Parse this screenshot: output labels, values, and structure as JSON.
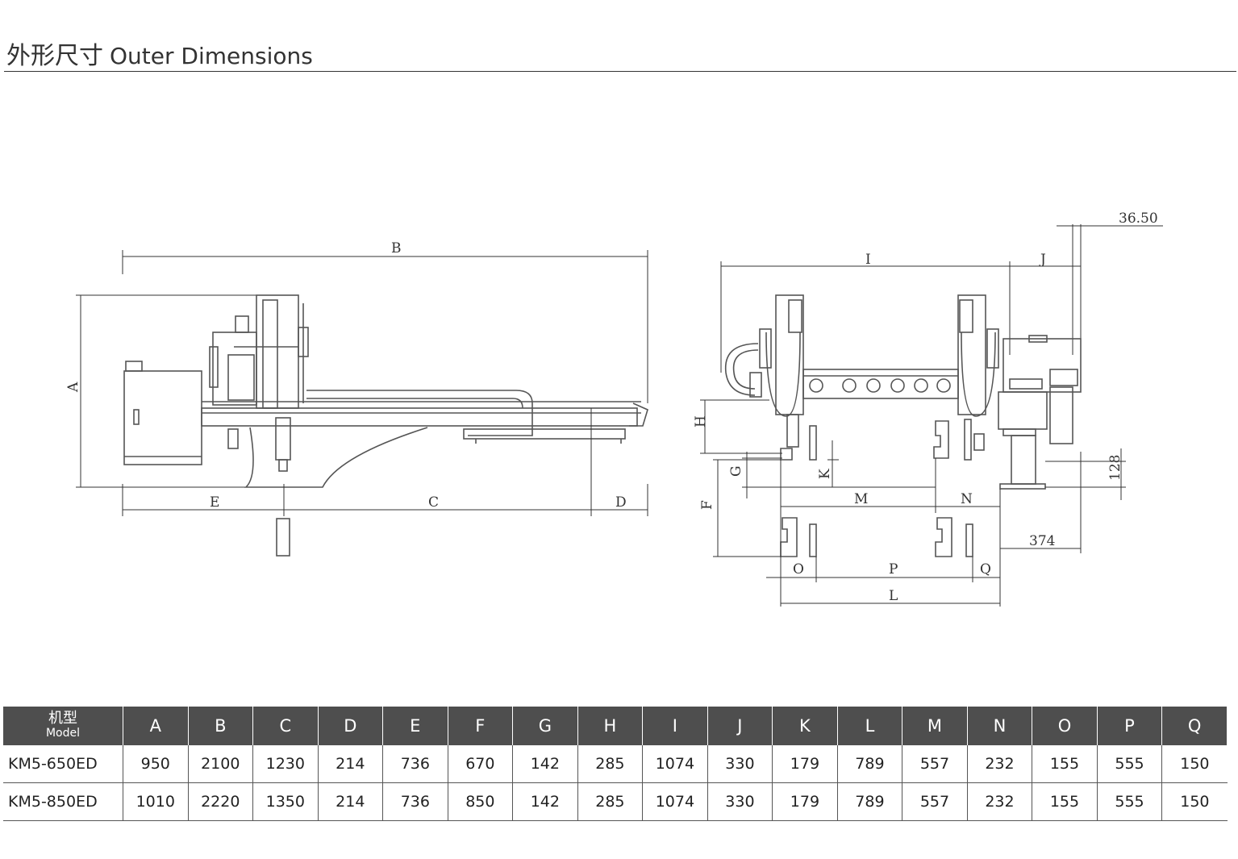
{
  "header": {
    "title_cn": "外形尺寸",
    "title_en": "Outer Dimensions"
  },
  "drawing": {
    "side_view_labels": [
      "A",
      "B",
      "C",
      "D",
      "E"
    ],
    "front_view_labels": [
      "F",
      "G",
      "H",
      "I",
      "J",
      "K",
      "L",
      "M",
      "N",
      "O",
      "P",
      "Q"
    ],
    "fixed_dimensions": {
      "top_right": "36.50",
      "base_width": "374",
      "base_height": "128"
    }
  },
  "table": {
    "model_head_cn": "机型",
    "model_head_en": "Model",
    "columns": [
      "A",
      "B",
      "C",
      "D",
      "E",
      "F",
      "G",
      "H",
      "I",
      "J",
      "K",
      "L",
      "M",
      "N",
      "O",
      "P",
      "Q"
    ],
    "rows": [
      {
        "model": "KM5-650ED",
        "values": [
          "950",
          "2100",
          "1230",
          "214",
          "736",
          "670",
          "142",
          "285",
          "1074",
          "330",
          "179",
          "789",
          "557",
          "232",
          "155",
          "555",
          "150"
        ]
      },
      {
        "model": "KM5-850ED",
        "values": [
          "1010",
          "2220",
          "1350",
          "214",
          "736",
          "850",
          "142",
          "285",
          "1074",
          "330",
          "179",
          "789",
          "557",
          "232",
          "155",
          "555",
          "150"
        ]
      }
    ]
  }
}
